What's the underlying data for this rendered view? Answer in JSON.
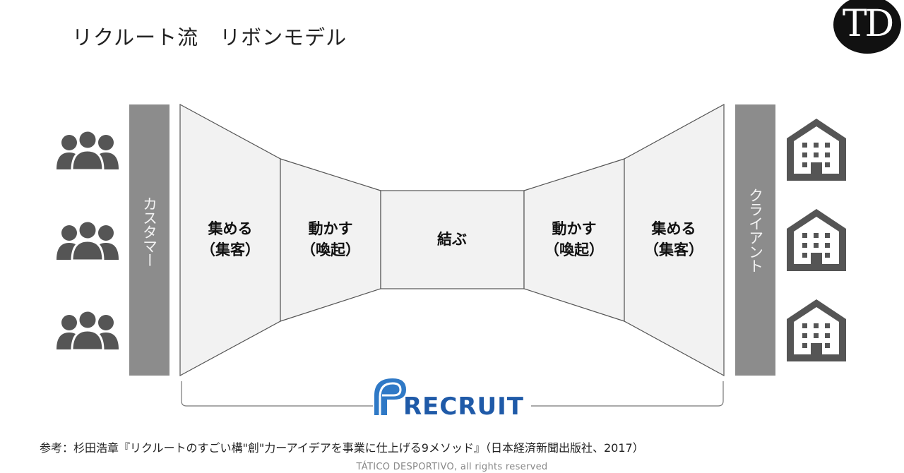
{
  "title": "リクルート流　リボンモデル",
  "brand_logo": "TD",
  "left_bar_label": "カスタマー",
  "right_bar_label": "クライアント",
  "segments": [
    {
      "line1": "集める",
      "line2": "（集客）"
    },
    {
      "line1": "動かす",
      "line2": "（喚起）"
    },
    {
      "line1": "結ぶ",
      "line2": ""
    },
    {
      "line1": "動かす",
      "line2": "（喚起）"
    },
    {
      "line1": "集める",
      "line2": "（集客）"
    }
  ],
  "left_icons": [
    "people-icon",
    "people-icon",
    "people-icon"
  ],
  "right_icons": [
    "building-icon",
    "building-icon",
    "building-icon"
  ],
  "recruit_logo_text": "RECRUIT",
  "reference": "参考：杉田浩章『リクルートのすごい構\"創\"力ーアイデアを事業に仕上げる9メソッド』（日本経済新聞出版社、2017）",
  "copyright": "TÁTICO DESPORTIVO, all rights reserved",
  "colors": {
    "segment_fill": "#f2f2f2",
    "segment_stroke": "#555555",
    "bar_fill": "#8c8c8c",
    "icon_fill": "#555555",
    "recruit_blue": "#1f5aa8"
  }
}
